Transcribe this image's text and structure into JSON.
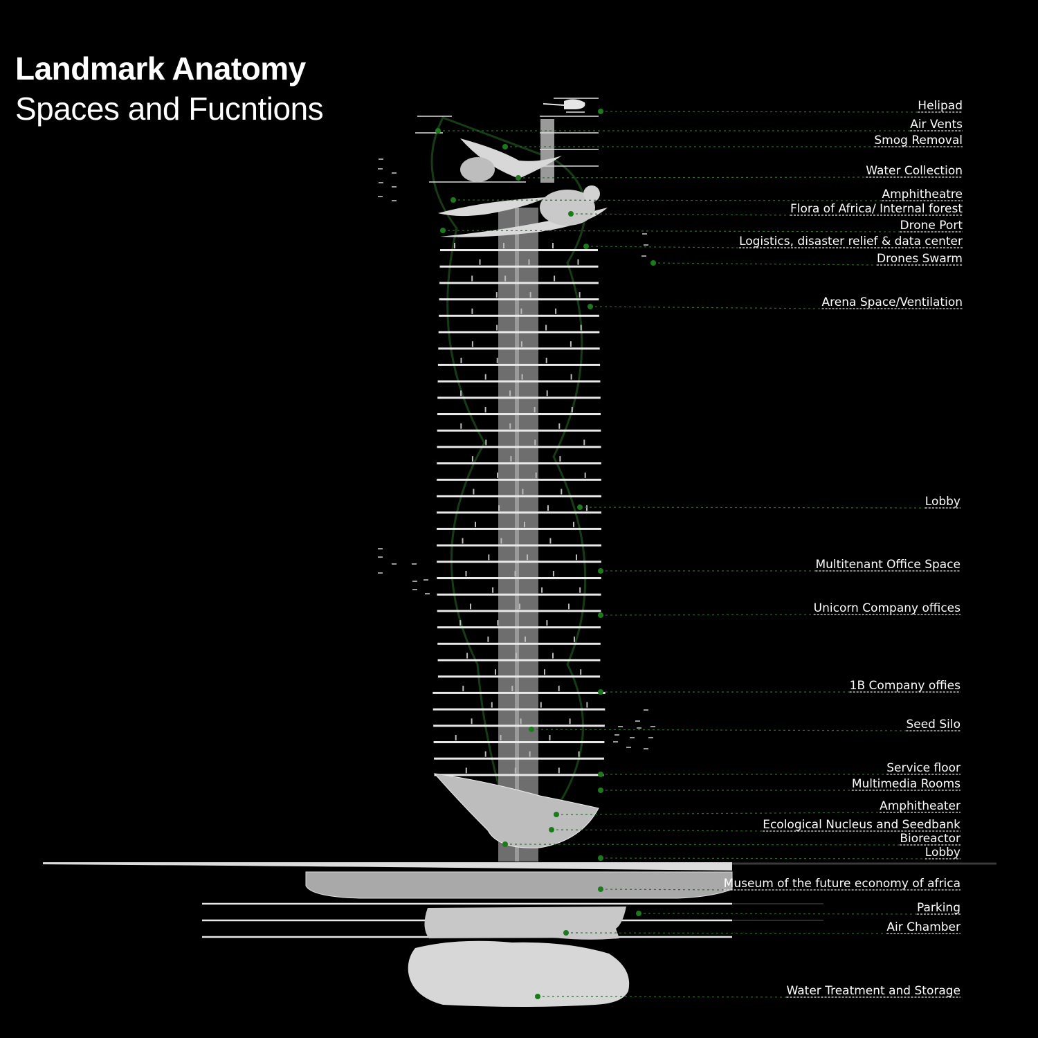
{
  "header": {
    "title": "Landmark Anatomy",
    "subtitle": "Spaces and Fucntions"
  },
  "colors": {
    "background": "#000000",
    "leader_line": "#2f6a2f",
    "leader_dot": "#1b7a1b",
    "label_text": "#ffffff",
    "structure": "#e9e9e9"
  },
  "labels": [
    {
      "id": "helipad",
      "text": "Helipad"
    },
    {
      "id": "air-vents",
      "text": "Air Vents"
    },
    {
      "id": "smog-removal",
      "text": "Smog Removal"
    },
    {
      "id": "water-collection",
      "text": "Water Collection"
    },
    {
      "id": "amphitheatre",
      "text": "Amphitheatre"
    },
    {
      "id": "flora-of-africa",
      "text": "Flora of Africa/ Internal forest"
    },
    {
      "id": "drone-port",
      "text": "Drone Port"
    },
    {
      "id": "logistics",
      "text": "Logistics, disaster relief & data center"
    },
    {
      "id": "drones-swarm",
      "text": "Drones Swarm"
    },
    {
      "id": "arena-space",
      "text": "Arena Space/Ventilation"
    },
    {
      "id": "lobby-upper",
      "text": "Lobby"
    },
    {
      "id": "multitenant-office",
      "text": "Multitenant Office Space"
    },
    {
      "id": "unicorn-offices",
      "text": "Unicorn Company offices"
    },
    {
      "id": "1b-offices",
      "text": "1B Company offies"
    },
    {
      "id": "seed-silo",
      "text": "Seed Silo"
    },
    {
      "id": "service-floor",
      "text": "Service floor"
    },
    {
      "id": "multimedia-rooms",
      "text": "Multimedia Rooms"
    },
    {
      "id": "amphitheater",
      "text": "Amphitheater"
    },
    {
      "id": "ecological-nucleus",
      "text": "Ecological Nucleus and Seedbank"
    },
    {
      "id": "bioreactor",
      "text": "Bioreactor"
    },
    {
      "id": "lobby-ground",
      "text": "Lobby"
    },
    {
      "id": "museum",
      "text": "Museum of the future economy of africa"
    },
    {
      "id": "parking",
      "text": "Parking"
    },
    {
      "id": "air-chamber",
      "text": "Air Chamber"
    },
    {
      "id": "water-treatment",
      "text": "Water Treatment and Storage"
    }
  ]
}
